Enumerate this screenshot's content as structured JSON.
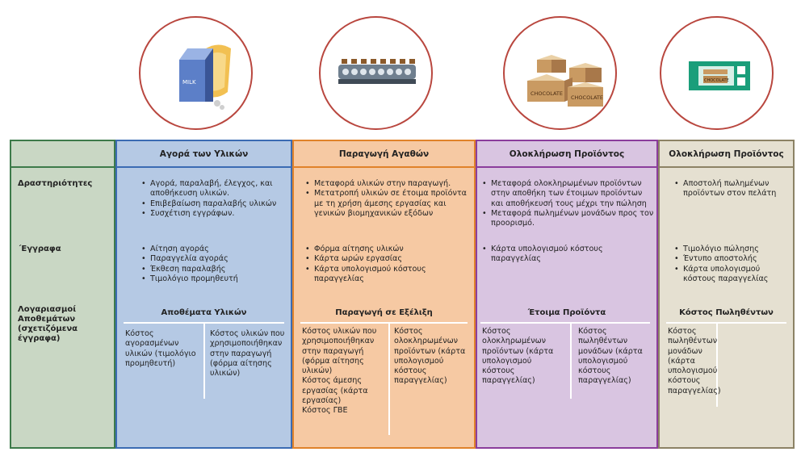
{
  "row_labels": {
    "activities": "Δραστηριότητες",
    "documents": "΄Εγγραφα",
    "accounts": "Λογαριασμοί Αποθεμάτων (σχετιζόμενα έγγραφα)"
  },
  "icons": {
    "purchase": "milk-and-cheese-icon",
    "production": "conveyor-belt-icon",
    "completion": "chocolate-boxes-icon",
    "shipping": "shipping-label-icon"
  },
  "icon_text": {
    "milk": "MILK",
    "chocolate": "CHOCOLATE"
  },
  "columns": [
    {
      "title": "Αγορά των Υλικών",
      "activities": [
        "Αγορά, παραλαβή, έλεγχος, και αποθήκευση υλικών.",
        "Επιβεβαίωση παραλαβής υλικών",
        "Συσχέτιση εγγράφων."
      ],
      "documents": [
        "Αίτηση αγοράς",
        "Παραγγελία αγοράς",
        "Έκθεση παραλαβής",
        "Τιμολόγιο προμηθευτή"
      ],
      "account": {
        "title": "Αποθέματα Υλικών",
        "debit": "Κόστος αγορασμένων υλικών (τιμολόγιο προμηθευτή)",
        "credit": "Κόστος υλικών που χρησιμοποιήθηκαν στην παραγωγή (φόρμα αίτησης υλικών)"
      }
    },
    {
      "title": "Παραγωγή Αγαθών",
      "activities": [
        "Μεταφορά υλικών στην παραγωγή.",
        "Μετατροπή υλικών σε έτοιμα προϊόντα με τη χρήση άμεσης εργασίας και γενικών βιομηχανικών εξόδων"
      ],
      "documents": [
        "Φόρμα αίτησης υλικών",
        "Κάρτα ωρών εργασίας",
        "Κάρτα υπολογισμού κόστους παραγγελίας"
      ],
      "account": {
        "title": "Παραγωγή σε Εξέλιξη",
        "debit": "Κόστος υλικών που χρησιμοποιήθηκαν στην παραγωγή (φόρμα αίτησης υλικών)",
        "debit_2": "Κόστος άμεσης εργασίας (κάρτα εργασίας)",
        "debit_3": "Κόστος ΓΒΕ",
        "credit": "Κόστος ολοκληρωμένων προϊόντων (κάρτα υπολογισμού κόστους παραγγελίας)"
      }
    },
    {
      "title": "Ολοκλήρωση Προϊόντος",
      "activities": [
        "Μεταφορά ολοκληρωμένων προϊόντων στην αποθήκη των έτοιμων προϊόντων και αποθήκευσή τους μέχρι την πώληση",
        "Μεταφορά πωλημένων μονάδων προς τον προορισμό."
      ],
      "documents": [
        "Κάρτα υπολογισμού κόστους παραγγελίας"
      ],
      "account": {
        "title": "Έτοιμα Προϊόντα",
        "debit": "Κόστος ολοκληρωμένων προϊόντων (κάρτα υπολογισμού κόστους παραγγελίας)",
        "credit": "Κόστος πωληθέντων μονάδων (κάρτα υπολογισμού κόστους παραγγελίας)"
      }
    },
    {
      "title": "Ολοκλήρωση Προϊόντος",
      "activities": [
        "Αποστολή πωλημένων προϊόντων στον πελάτη"
      ],
      "documents": [
        "Τιμολόγιο πώλησης",
        "Έντυπο αποστολής",
        "Κάρτα υπολογισμού κόστους παραγγελίας"
      ],
      "account": {
        "title": "Κόστος Πωληθέντων",
        "debit": "Κόστος πωληθέντων μονάδων (κάρτα υπολογισμού κόστους παραγγελίας)",
        "credit": ""
      }
    }
  ]
}
